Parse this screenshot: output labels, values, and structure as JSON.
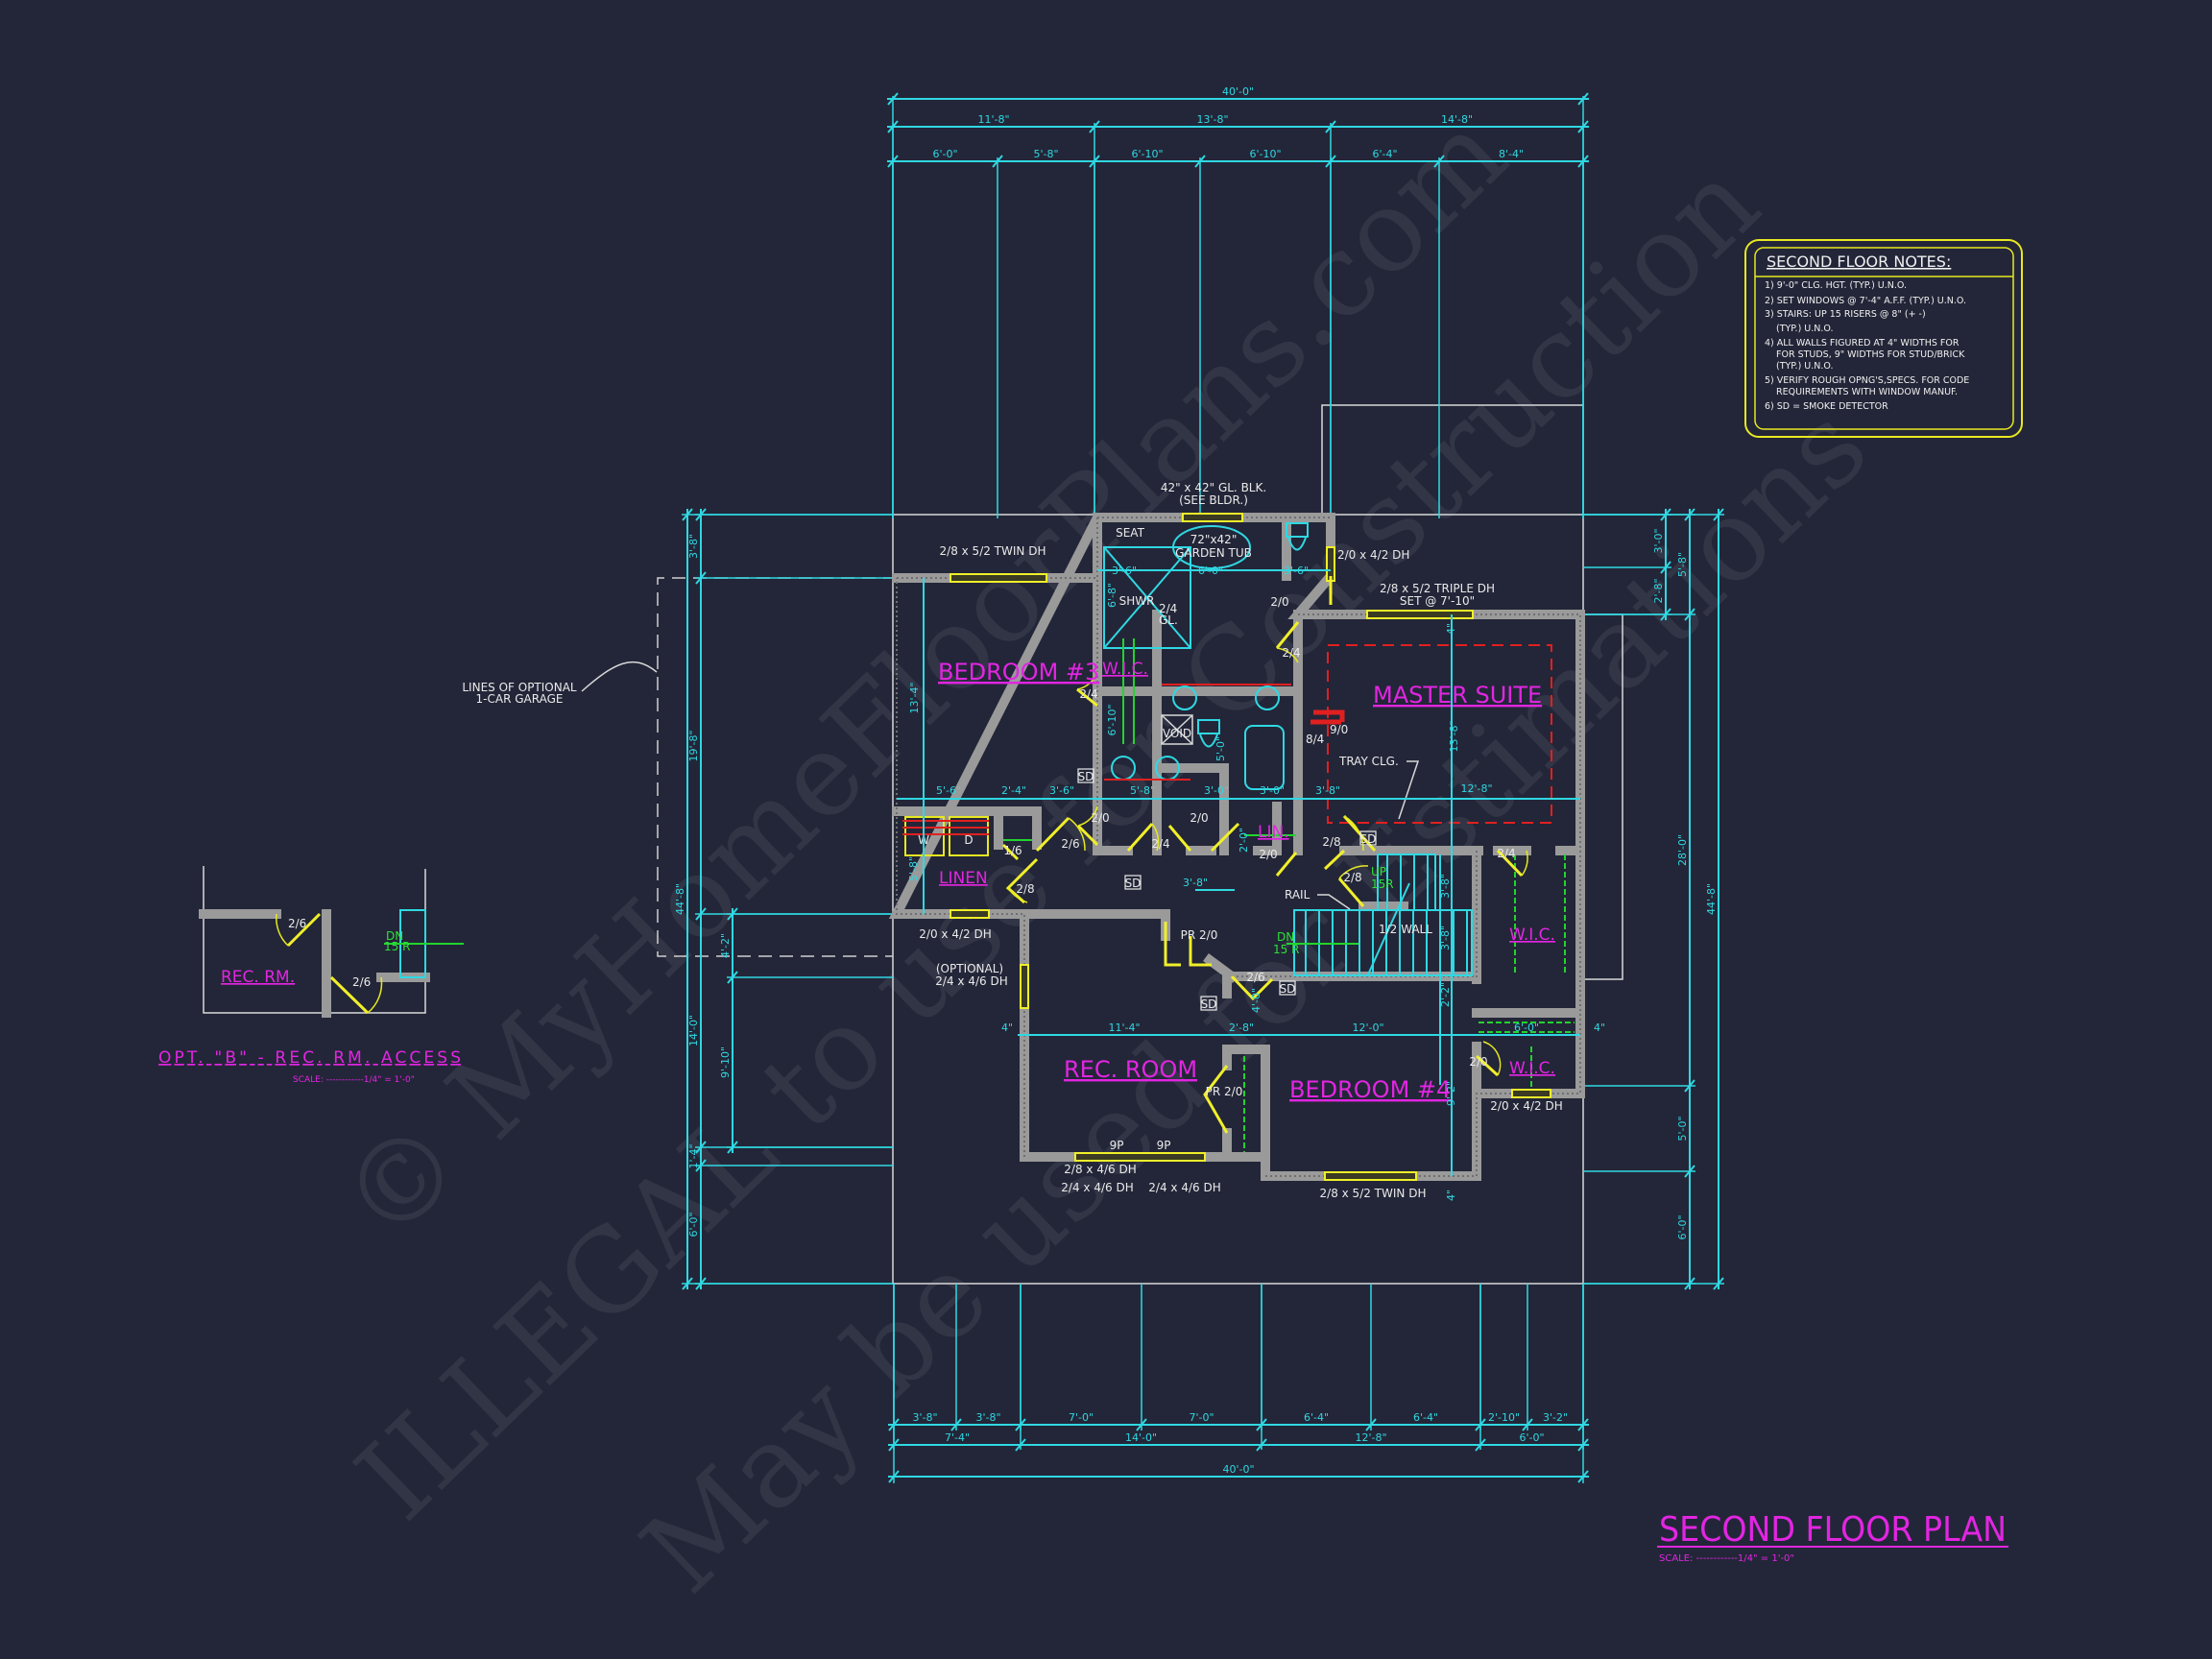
{
  "colors": {
    "background": "#232638",
    "dimension": "#2fd8e2",
    "room_label": "#e225e2",
    "window_door": "#f0ef2a",
    "stair_label": "#2ee03a",
    "tray_ceiling": "#e02020",
    "notes_border": "#e8e820"
  },
  "title": {
    "main": "SECOND FLOOR PLAN",
    "scale": "SCALE: ------------1/4\" = 1'-0\""
  },
  "notes": {
    "heading": "SECOND FLOOR NOTES:",
    "lines": [
      "1) 9'-0\"  CLG. HGT. (TYP.) U.N.O.",
      "2) SET WINDOWS @ 7'-4\" A.F.F. (TYP.) U.N.O.",
      "3) STAIRS: UP 15 RISERS @ 8\" (+ -)",
      "(TYP.) U.N.O.",
      "4) ALL WALLS FIGURED AT 4\" WIDTHS FOR",
      "FOR STUDS, 9\" WIDTHS FOR STUD/BRICK",
      "(TYP.) U.N.O.",
      "5) VERIFY ROUGH OPNG'S,SPECS. FOR CODE",
      "REQUIREMENTS WITH WINDOW MANUF.",
      "6) SD = SMOKE DETECTOR"
    ]
  },
  "option_b": {
    "title": "OPT. \"B\" - REC. RM. ACCESS",
    "scale": "SCALE: ------------1/4\" = 1'-0\"",
    "room": "REC. RM.",
    "door_1": "2/6",
    "door_2": "2/6",
    "stair_dn": "DN",
    "stair_risers": "15 R"
  },
  "garage_note": {
    "line1": "LINES OF OPTIONAL",
    "line2": "1-CAR GARAGE"
  },
  "rooms": {
    "bedroom3": "BEDROOM #3",
    "wic1": "W.I.C.",
    "master": "MASTER SUITE",
    "linen": "LINEN",
    "lin": "LIN.",
    "wic2": "W.I.C.",
    "rec_room": "REC. ROOM",
    "bedroom4": "BEDROOM #4",
    "wic3": "W.I.C."
  },
  "labels": {
    "glass_block_1": "42\" x 42\" GL. BLK.",
    "glass_block_2": "(SEE BLDR.)",
    "win_bed3": "2/8 x 5/2 TWIN DH",
    "seat": "SEAT",
    "tub_1": "72\"x42\"",
    "tub_2": "GARDEN TUB",
    "win_wc": "2/0 x 4/2 DH",
    "win_master_1": "2/8 x 5/2 TRIPLE DH",
    "win_master_2": "SET @ 7'-10\"",
    "shower": "SHWR",
    "shower_door_1": "2/4",
    "shower_door_2": "GL.",
    "tray": "TRAY CLG.",
    "opening_1": "9/0",
    "opening_2": "8/4",
    "void": "VOID",
    "washer": "W",
    "dryer": "D",
    "rail": "RAIL",
    "up_1": "UP",
    "up_2": "15R",
    "dn_1": "DN",
    "dn_2": "15 R",
    "half_wall": "1/2 WALL",
    "win_hall": "2/0 x 4/2 DH",
    "win_opt_1": "(OPTIONAL)",
    "win_opt_2": "2/4 x 4/6 DH",
    "win_rec_1": "2/8 x 4/6 DH",
    "win_rec_2": "2/4 x 4/6 DH",
    "win_rec_3": "2/4 x 4/6 DH",
    "mull_1": "9P",
    "mull_2": "9P",
    "win_bed4": "2/8 x 5/2 TWIN DH",
    "win_wic3": "2/0 x 4/2 DH",
    "sd": "SD"
  },
  "doors": [
    "2/0",
    "2/4",
    "2/4",
    "2/0",
    "2/6",
    "2/4",
    "2/0",
    "2/0",
    "2/8",
    "2/8",
    "2/4",
    "1/6",
    "2/8",
    "2/6",
    "PR 2/0",
    "PR 2/0",
    "2/0"
  ],
  "interior_dims": [
    "5'-6\"",
    "2'-4\"",
    "3'-6\"",
    "5'-8\"",
    "3'-0\"",
    "3'-0\"",
    "3'-8\"",
    "12'-8\"",
    "13'-4\"",
    "13'-8\"",
    "3'-6\"",
    "6'-0\"",
    "3'-6\"",
    "6'-8\"",
    "6'-10\"",
    "5'-8\"",
    "3'-8\"",
    "11'-4\"",
    "2'-8\"",
    "12'-0\"",
    "6'-0\"",
    "4\"",
    "4\"",
    "3'-8\"",
    "3'-8\"",
    "2'-2\"",
    "4'-0\"",
    "9'-2\"",
    "4\"",
    "4\"",
    "5'-0\"",
    "2'-0\""
  ],
  "dims": {
    "top_overall": [
      "40'-0\""
    ],
    "top_major": [
      "11'-8\"",
      "13'-8\"",
      "14'-8\""
    ],
    "top_minor": [
      "6'-0\"",
      "5'-8\"",
      "6'-10\"",
      "6'-10\"",
      "6'-4\"",
      "8'-4\""
    ],
    "bottom_minor": [
      "3'-8\"",
      "3'-8\"",
      "7'-0\"",
      "7'-0\"",
      "6'-4\"",
      "6'-4\"",
      "2'-10\"",
      "3'-2\""
    ],
    "bottom_major": [
      "7'-4\"",
      "14'-0\"",
      "12'-8\"",
      "6'-0\""
    ],
    "bottom_overall": [
      "40'-0\""
    ],
    "left_overall": [
      "44'-8\""
    ],
    "left_major": [
      "3'-8\"",
      "19'-8\"",
      "14'-0\"",
      "1'-4\"",
      "6'-0\""
    ],
    "left_minor": [
      "4'-2\"",
      "9'-10\""
    ],
    "right_minor": [
      "3'-0\"",
      "2'-8\""
    ],
    "right_major": [
      "5'-8\"",
      "28'-0\"",
      "5'-0\"",
      "6'-0\""
    ],
    "right_overall": [
      "44'-8\""
    ]
  },
  "watermarks": [
    "© MyHomeFloorPlans.com",
    "ILLEGAL to use for Construction",
    "May be used for Estimations"
  ]
}
